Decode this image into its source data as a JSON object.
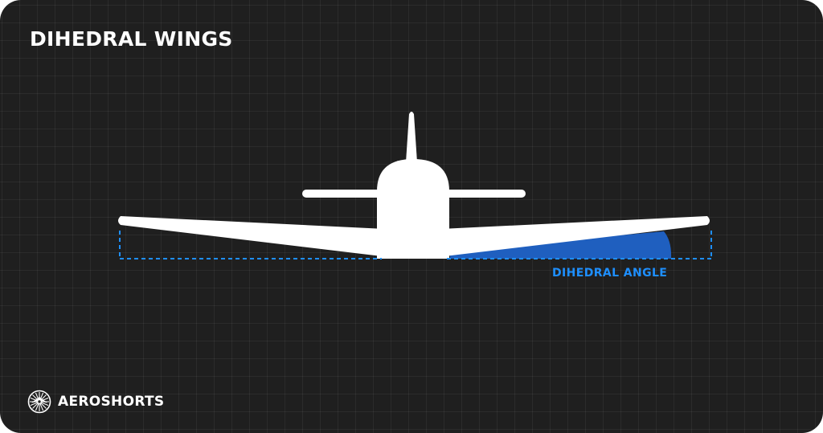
{
  "title": "DIHEDRAL WINGS",
  "angle_label": "DIHEDRAL ANGLE",
  "brand": {
    "name": "AEROSHORTS",
    "logo_icon": "propeller-logo-icon"
  },
  "colors": {
    "background": "#1f1f1f",
    "grid": "#2c2c2c",
    "aircraft": "#ffffff",
    "accent": "#1e8fff",
    "angle_fill": "#1f5fbf"
  }
}
